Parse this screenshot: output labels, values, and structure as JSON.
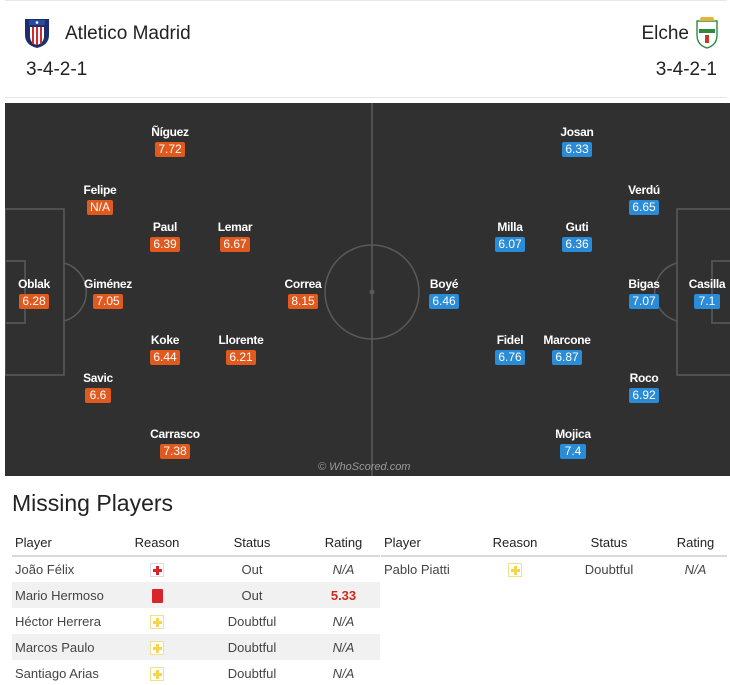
{
  "home": {
    "name": "Atletico Madrid",
    "formation": "3-4-2-1",
    "crest": "atletico-madrid-crest",
    "accent_color": "#e0591e",
    "players": [
      {
        "name": "Oblak",
        "rating": "6.28"
      },
      {
        "name": "Felipe",
        "rating": "N/A"
      },
      {
        "name": "Giménez",
        "rating": "7.05"
      },
      {
        "name": "Savic",
        "rating": "6.6"
      },
      {
        "name": "Ñíguez",
        "rating": "7.72"
      },
      {
        "name": "Paul",
        "rating": "6.39"
      },
      {
        "name": "Koke",
        "rating": "6.44"
      },
      {
        "name": "Carrasco",
        "rating": "7.38"
      },
      {
        "name": "Lemar",
        "rating": "6.67"
      },
      {
        "name": "Llorente",
        "rating": "6.21"
      },
      {
        "name": "Correa",
        "rating": "8.15"
      }
    ]
  },
  "away": {
    "name": "Elche",
    "formation": "3-4-2-1",
    "crest": "elche-crest",
    "accent_color": "#2a8bd6",
    "players": [
      {
        "name": "Casilla",
        "rating": "7.1"
      },
      {
        "name": "Verdú",
        "rating": "6.65"
      },
      {
        "name": "Bigas",
        "rating": "7.07"
      },
      {
        "name": "Roco",
        "rating": "6.92"
      },
      {
        "name": "Josan",
        "rating": "6.33"
      },
      {
        "name": "Guti",
        "rating": "6.36"
      },
      {
        "name": "Marcone",
        "rating": "6.87"
      },
      {
        "name": "Mojica",
        "rating": "7.4"
      },
      {
        "name": "Milla",
        "rating": "6.07"
      },
      {
        "name": "Fidel",
        "rating": "6.76"
      },
      {
        "name": "Boyé",
        "rating": "6.46"
      }
    ]
  },
  "watermark": "© WhoScored.com",
  "missing": {
    "title": "Missing Players",
    "headers": {
      "player": "Player",
      "reason": "Reason",
      "status": "Status",
      "rating": "Rating"
    },
    "home": [
      {
        "player": "João Félix",
        "reason": "injury-icon",
        "status": "Out",
        "rating": "N/A"
      },
      {
        "player": "Mario Hermoso",
        "reason": "red-card-icon",
        "status": "Out",
        "rating": "5.33"
      },
      {
        "player": "Héctor Herrera",
        "reason": "doubtful-icon",
        "status": "Doubtful",
        "rating": "N/A"
      },
      {
        "player": "Marcos Paulo",
        "reason": "doubtful-icon",
        "status": "Doubtful",
        "rating": "N/A"
      },
      {
        "player": "Santiago Arias",
        "reason": "doubtful-icon",
        "status": "Doubtful",
        "rating": "N/A"
      }
    ],
    "away": [
      {
        "player": "Pablo Piatti",
        "reason": "doubtful-icon",
        "status": "Doubtful",
        "rating": "N/A"
      }
    ]
  }
}
